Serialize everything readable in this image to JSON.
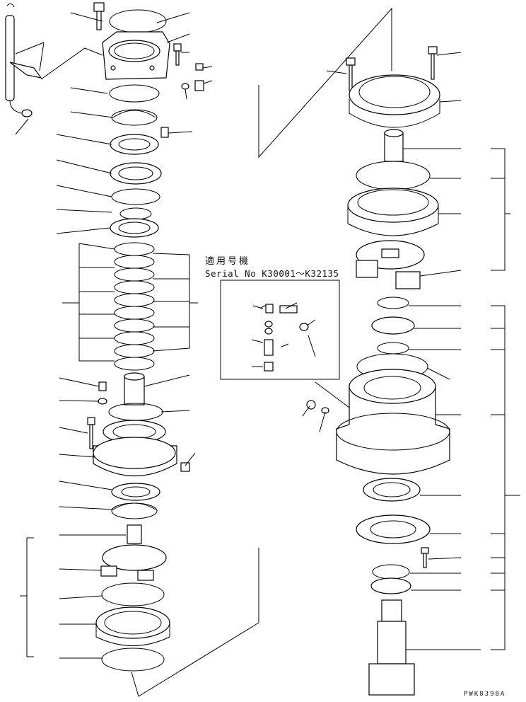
{
  "applicable_models": {
    "heading": "適用号機",
    "serial_range": "Serial No K30001～K32135"
  },
  "figure_code": "PWK8398A"
}
